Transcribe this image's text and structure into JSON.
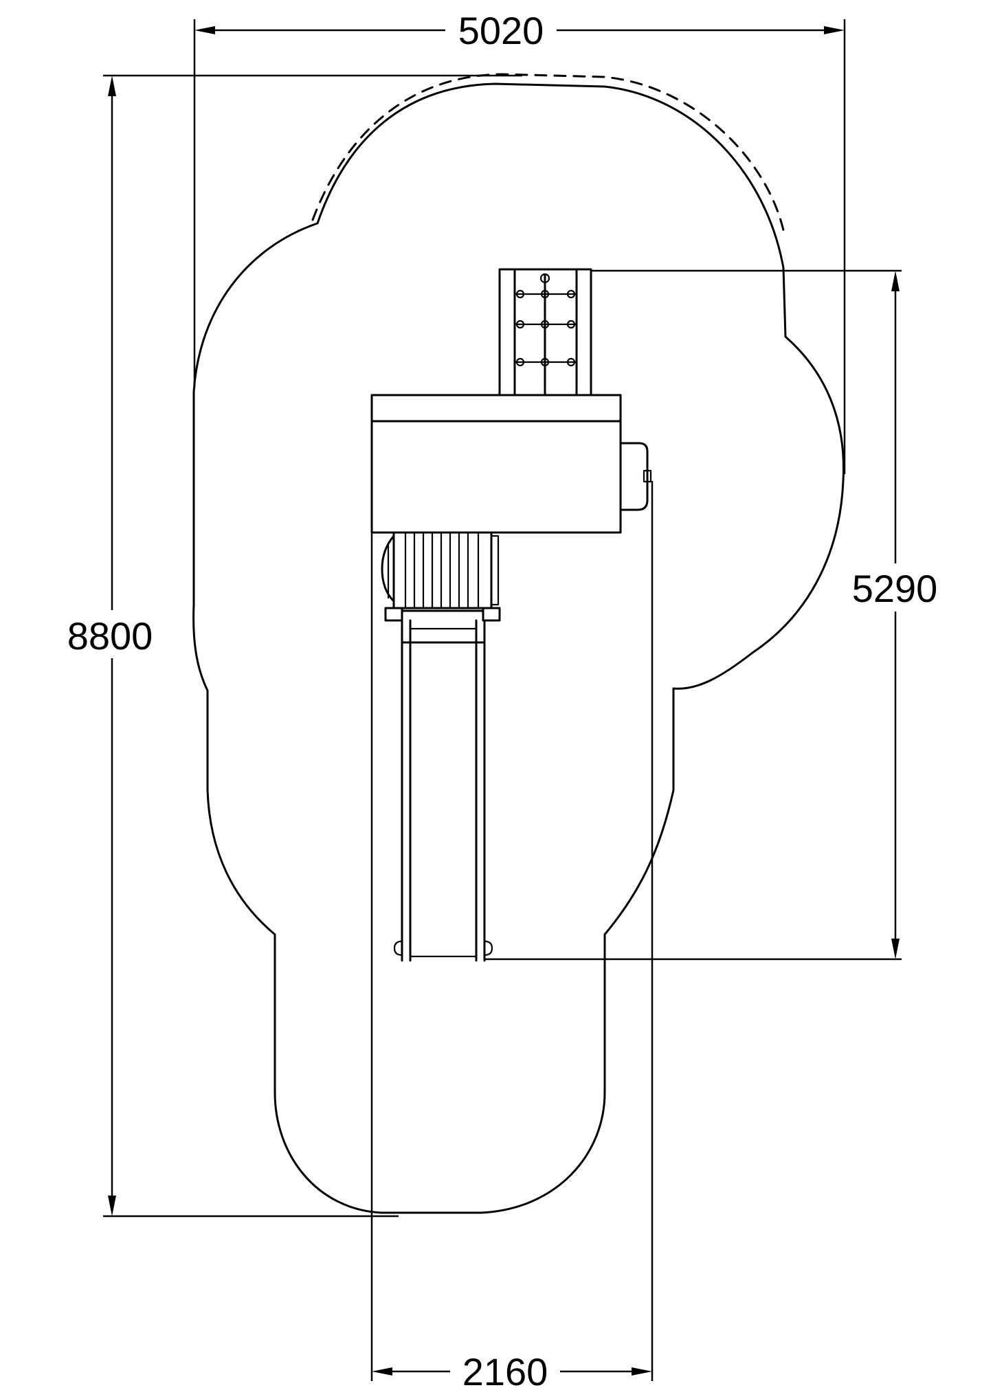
{
  "dimensions": {
    "overall_width": "5020",
    "overall_length": "8800",
    "equipment_length": "5290",
    "equipment_width": "2160"
  },
  "colors": {
    "line": "#000000",
    "background": "#ffffff"
  }
}
